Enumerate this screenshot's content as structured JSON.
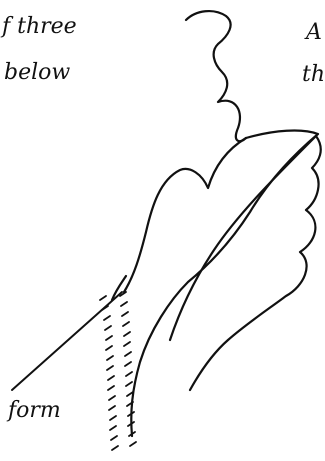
{
  "texts": {
    "top_left_line1": "f three",
    "top_left_line2": "below",
    "top_right_line1": "A",
    "top_right_line2": "th",
    "bottom_label": "form"
  },
  "colors": {
    "ink": "#111111",
    "background": "#ffffff"
  }
}
